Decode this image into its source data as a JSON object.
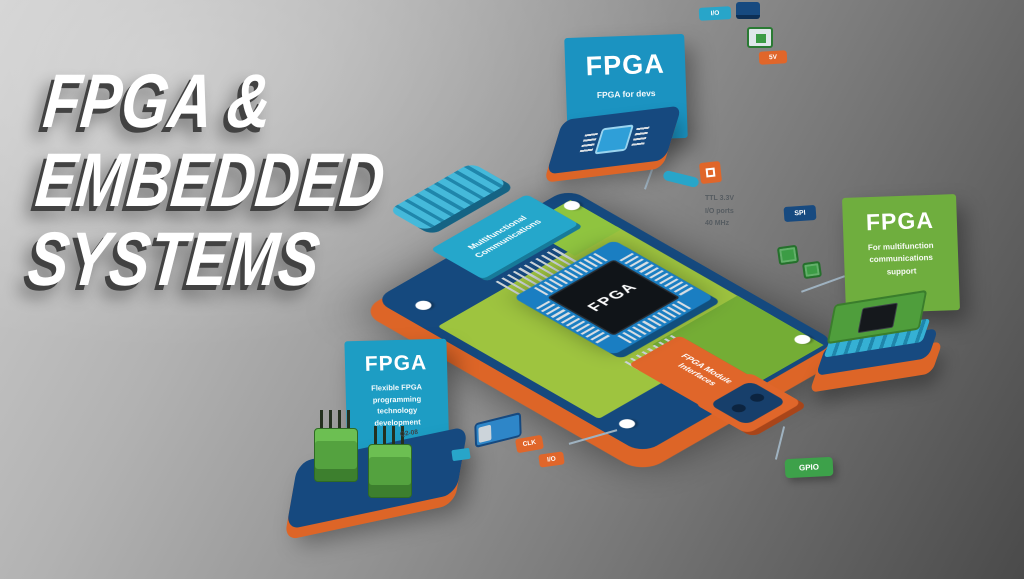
{
  "title": {
    "lines": [
      "FPGA &",
      "EMBEDDED",
      "SYSTEMS"
    ]
  },
  "board": {
    "chip_label": "FPGA",
    "teal_module_lines": [
      "Multifunctional",
      "Communications"
    ],
    "orange_module_lines": [
      "FPGA Module",
      "Interfaces"
    ]
  },
  "callouts": {
    "top": {
      "title": "FPGA",
      "subtitle": "FPGA for devs"
    },
    "right": {
      "title": "FPGA",
      "lines": [
        "For multifunction",
        "communications",
        "support"
      ]
    },
    "bottom_left": {
      "title": "FPGA",
      "lines": [
        "Flexible FPGA",
        "programming",
        "technology",
        "development"
      ]
    }
  },
  "tags": {
    "top_right_teal": "I/O",
    "top_right_orange": "5V",
    "mid_navy": "SPI",
    "clk": "CLK",
    "io": "I/O",
    "gpio": "GPIO",
    "mini_note": "Q2-08"
  },
  "notes": {
    "lines": [
      "TTL 3.3V",
      "I/O ports",
      "40 MHz"
    ]
  },
  "colors": {
    "navy": "#174a80",
    "orange": "#e0662a",
    "teal": "#1d9dc4",
    "blue": "#1b93c1",
    "green": "#6fae3e",
    "lime": "#9ec43f"
  }
}
